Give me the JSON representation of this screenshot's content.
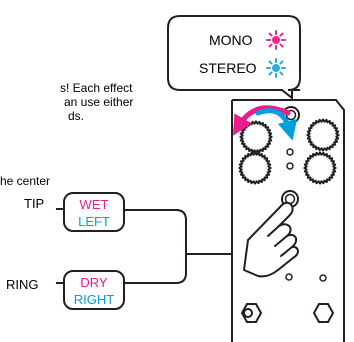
{
  "body_text": {
    "line1": "s!  Each effect",
    "line2": "an use either",
    "line3": "ds.",
    "line4": "he center"
  },
  "callout": {
    "mono_label": "MONO",
    "stereo_label": "STEREO"
  },
  "jack_labels": {
    "tip": "TIP",
    "ring": "RING"
  },
  "tip_box": {
    "line1": "WET",
    "line2": "LEFT"
  },
  "ring_box": {
    "line1": "DRY",
    "line2": "RIGHT"
  },
  "colors": {
    "mono_sun": "#ec2a8c",
    "stereo_sun": "#29abe2",
    "magenta": "#ec1c8c",
    "cyan": "#00a0e0",
    "ink": "#231f20"
  },
  "icons": [
    "mono-sun-icon",
    "stereo-sun-icon",
    "counterclockwise-arrow-icon",
    "clockwise-arrow-icon",
    "pressing-hand-icon"
  ]
}
